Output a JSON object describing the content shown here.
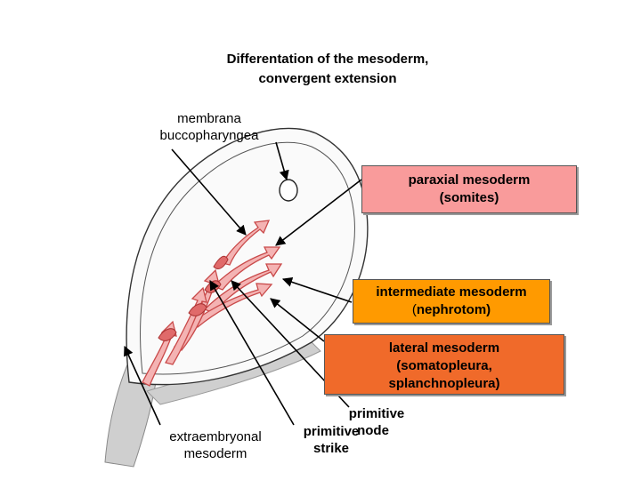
{
  "title": {
    "line1": "Differentation of the mesoderm,",
    "line2": "convergent extension"
  },
  "labels": {
    "membrana_line1": "membrana",
    "membrana_line2": "buccopharyngea",
    "paraxial_line1": "paraxial mesoderm",
    "paraxial_line2": "(somites)",
    "intermediate_line1": "intermediate mesoderm",
    "intermediate_line2_open": "(",
    "intermediate_line2_word": "nephrotom)",
    "lateral_line1": "lateral mesoderm",
    "lateral_line2": "(somatopleura,",
    "lateral_line3": "splanchnopleura)",
    "primitive_node_line1": "primitive",
    "primitive_node_line2": "node",
    "primitive_strike_line1": "primitive",
    "primitive_strike_line2": "strike",
    "extraembryonal_line1": "extraembryonal",
    "extraembryonal_line2": "mesoderm"
  },
  "colors": {
    "paraxial_box": "#f99b9b",
    "intermediate_box": "#ff9a00",
    "lateral_box": "#f06a2a",
    "arrow_fill": "#f4b3b3",
    "arrow_stroke": "#c94a4a",
    "embryo_outline": "#333333",
    "shadow": "#c8c8c8"
  }
}
